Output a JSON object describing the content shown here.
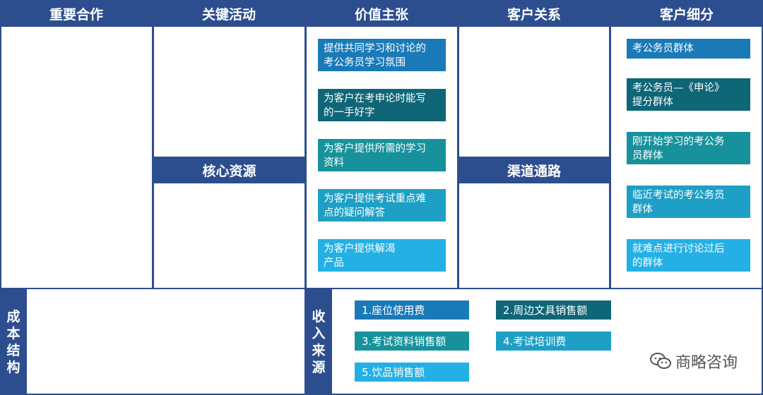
{
  "headers": {
    "key_partners": "重要合作",
    "key_activities": "关键活动",
    "value_propositions": "价值主张",
    "customer_relationships": "客户关系",
    "customer_segments": "客户细分",
    "key_resources": "核心资源",
    "channels": "渠道通路"
  },
  "value_propositions": [
    {
      "line1": "提供共同学习和讨论的",
      "line2": "考公务员学习氛围",
      "color": "#1a7ab8"
    },
    {
      "line1": "为客户在考申论时能写",
      "line2": "的一手好字",
      "color": "#0e6677"
    },
    {
      "line1": "为客户提供所需的学习",
      "line2": "资料",
      "color": "#17929c"
    },
    {
      "line1": "为客户提供考试重点难",
      "line2": "点的疑问解答",
      "color": "#1e9fc6"
    },
    {
      "line1": "为客户提供解渴",
      "line2": "产品",
      "color": "#24b0e4"
    }
  ],
  "customer_segments": [
    {
      "line1": "考公务员群体",
      "line2": "",
      "color": "#1a7ab8"
    },
    {
      "line1": "考公务员—《申论》",
      "line2": "提分群体",
      "color": "#0e6677"
    },
    {
      "line1": "刚开始学习的考公务",
      "line2": "员群体",
      "color": "#17929c"
    },
    {
      "line1": "临近考试的考公务员",
      "line2": "群体",
      "color": "#1e9fc6"
    },
    {
      "line1": "就难点进行讨论过后",
      "line2": "的群体",
      "color": "#24b0e4"
    }
  ],
  "cost_structure": {
    "chars": [
      "成",
      "本",
      "结",
      "构"
    ]
  },
  "revenue_streams": {
    "chars": [
      "收",
      "入",
      "来",
      "源"
    ],
    "items": [
      {
        "label": "1.座位使用费",
        "color": "#1a7ab8"
      },
      {
        "label": "2.周边文具销售额",
        "color": "#0e6677"
      },
      {
        "label": "3.考试资料销售额",
        "color": "#17929c"
      },
      {
        "label": "4.考试培训费",
        "color": "#1e9fc6"
      },
      {
        "label": "5.饮品销售额",
        "color": "#24b0e4"
      }
    ]
  },
  "watermark": "商略咨询"
}
